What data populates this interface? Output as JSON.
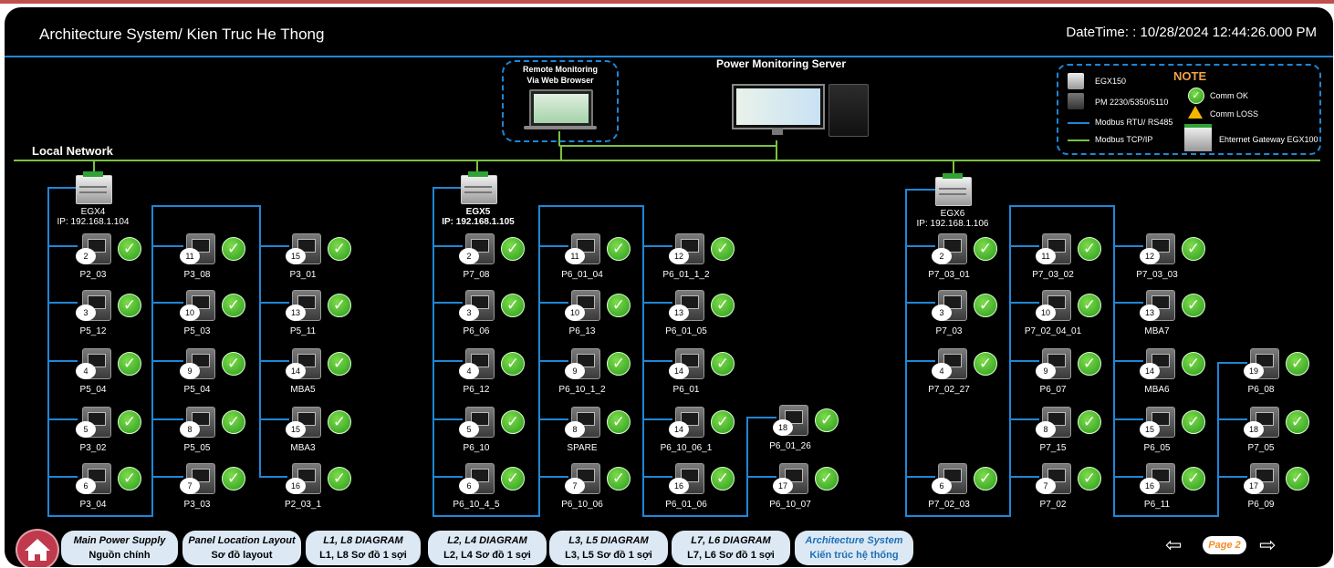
{
  "header": {
    "title": "Architecture System/ Kien Truc He Thong",
    "datetime": "DateTime: : 10/28/2024 12:44:26.000 PM"
  },
  "top": {
    "remote_line1": "Remote Monitoring",
    "remote_line2": "Via Web Browser",
    "server_title": "Power Monitoring Server",
    "local_network": "Local Network"
  },
  "note": {
    "title": "NOTE",
    "egx150": "EGX150",
    "pm": "PM 2230/5350/5110",
    "modbus_rtu": "Modbus RTU/ RS485",
    "modbus_tcp": "Modbus TCP/IP",
    "comm_ok": "Comm OK",
    "comm_loss": "Comm LOSS",
    "gateway": "Ehternet Gateway EGX100"
  },
  "gateways": [
    {
      "name": "EGX4",
      "ip": "IP: 192.168.1.104"
    },
    {
      "name": "EGX5",
      "ip": "IP: 192.168.1.105"
    },
    {
      "name": "EGX6",
      "ip": "IP: 192.168.1.106"
    }
  ],
  "devices": [
    {
      "id": "2",
      "label": "P2_03"
    },
    {
      "id": "3",
      "label": "P5_12"
    },
    {
      "id": "4",
      "label": "P5_04"
    },
    {
      "id": "5",
      "label": "P3_02"
    },
    {
      "id": "6",
      "label": "P3_04"
    },
    {
      "id": "11",
      "label": "P3_08"
    },
    {
      "id": "10",
      "label": "P5_03"
    },
    {
      "id": "9",
      "label": "P5_04"
    },
    {
      "id": "8",
      "label": "P5_05"
    },
    {
      "id": "7",
      "label": "P3_03"
    },
    {
      "id": "15",
      "label": "P3_01"
    },
    {
      "id": "13",
      "label": "P5_11"
    },
    {
      "id": "14",
      "label": "MBA5"
    },
    {
      "id": "15",
      "label": "MBA3"
    },
    {
      "id": "16",
      "label": "P2_03_1"
    },
    {
      "id": "2",
      "label": "P7_08"
    },
    {
      "id": "3",
      "label": "P6_06"
    },
    {
      "id": "4",
      "label": "P6_12"
    },
    {
      "id": "5",
      "label": "P6_10"
    },
    {
      "id": "6",
      "label": "P6_10_4_5"
    },
    {
      "id": "11",
      "label": "P6_01_04"
    },
    {
      "id": "10",
      "label": "P6_13"
    },
    {
      "id": "9",
      "label": "P6_10_1_2"
    },
    {
      "id": "8",
      "label": "SPARE"
    },
    {
      "id": "7",
      "label": "P6_10_06"
    },
    {
      "id": "12",
      "label": "P6_01_1_2"
    },
    {
      "id": "13",
      "label": "P6_01_05"
    },
    {
      "id": "14",
      "label": "P6_01"
    },
    {
      "id": "14",
      "label": "P6_10_06_1"
    },
    {
      "id": "16",
      "label": "P6_01_06"
    },
    {
      "id": "18",
      "label": "P6_01_26"
    },
    {
      "id": "17",
      "label": "P6_10_07"
    },
    {
      "id": "2",
      "label": "P7_03_01"
    },
    {
      "id": "3",
      "label": "P7_03"
    },
    {
      "id": "4",
      "label": "P7_02_27"
    },
    {
      "id": "6",
      "label": "P7_02_03"
    },
    {
      "id": "11",
      "label": "P7_03_02"
    },
    {
      "id": "10",
      "label": "P7_02_04_01"
    },
    {
      "id": "9",
      "label": "P6_07"
    },
    {
      "id": "8",
      "label": "P7_15"
    },
    {
      "id": "7",
      "label": "P7_02"
    },
    {
      "id": "12",
      "label": "P7_03_03"
    },
    {
      "id": "13",
      "label": "MBA7"
    },
    {
      "id": "14",
      "label": "MBA6"
    },
    {
      "id": "15",
      "label": "P6_05"
    },
    {
      "id": "16",
      "label": "P6_11"
    },
    {
      "id": "19",
      "label": "P6_08"
    },
    {
      "id": "18",
      "label": "P7_05"
    },
    {
      "id": "17",
      "label": "P6_09"
    }
  ],
  "nav": [
    {
      "l1": "Main Power Supply",
      "l2": "Nguồn chính"
    },
    {
      "l1": "Panel Location Layout",
      "l2": "Sơ đồ layout"
    },
    {
      "l1": "L1, L8 DIAGRAM",
      "l2": "L1, L8 Sơ đồ 1 sợi"
    },
    {
      "l1": "L2, L4 DIAGRAM",
      "l2": "L2, L4 Sơ đồ 1 sợi"
    },
    {
      "l1": "L3, L5 DIAGRAM",
      "l2": "L3, L5 Sơ đồ 1 sợi"
    },
    {
      "l1": "L7, L6 DIAGRAM",
      "l2": "L7, L6 Sơ đồ 1 sợi"
    },
    {
      "l1": "Architecture System",
      "l2": "Kiến trúc hệ thống"
    }
  ],
  "pager": {
    "prev": "⇦",
    "page": "Page 2",
    "next": "⇨"
  },
  "icons": {
    "home": "home-icon",
    "check": "check-icon",
    "warning": "warning-icon"
  },
  "colors": {
    "rs485": "#1f86d6",
    "tcp": "#7ac143",
    "ok": "#2b9b1e",
    "nav_bg": "#dce9f5"
  }
}
